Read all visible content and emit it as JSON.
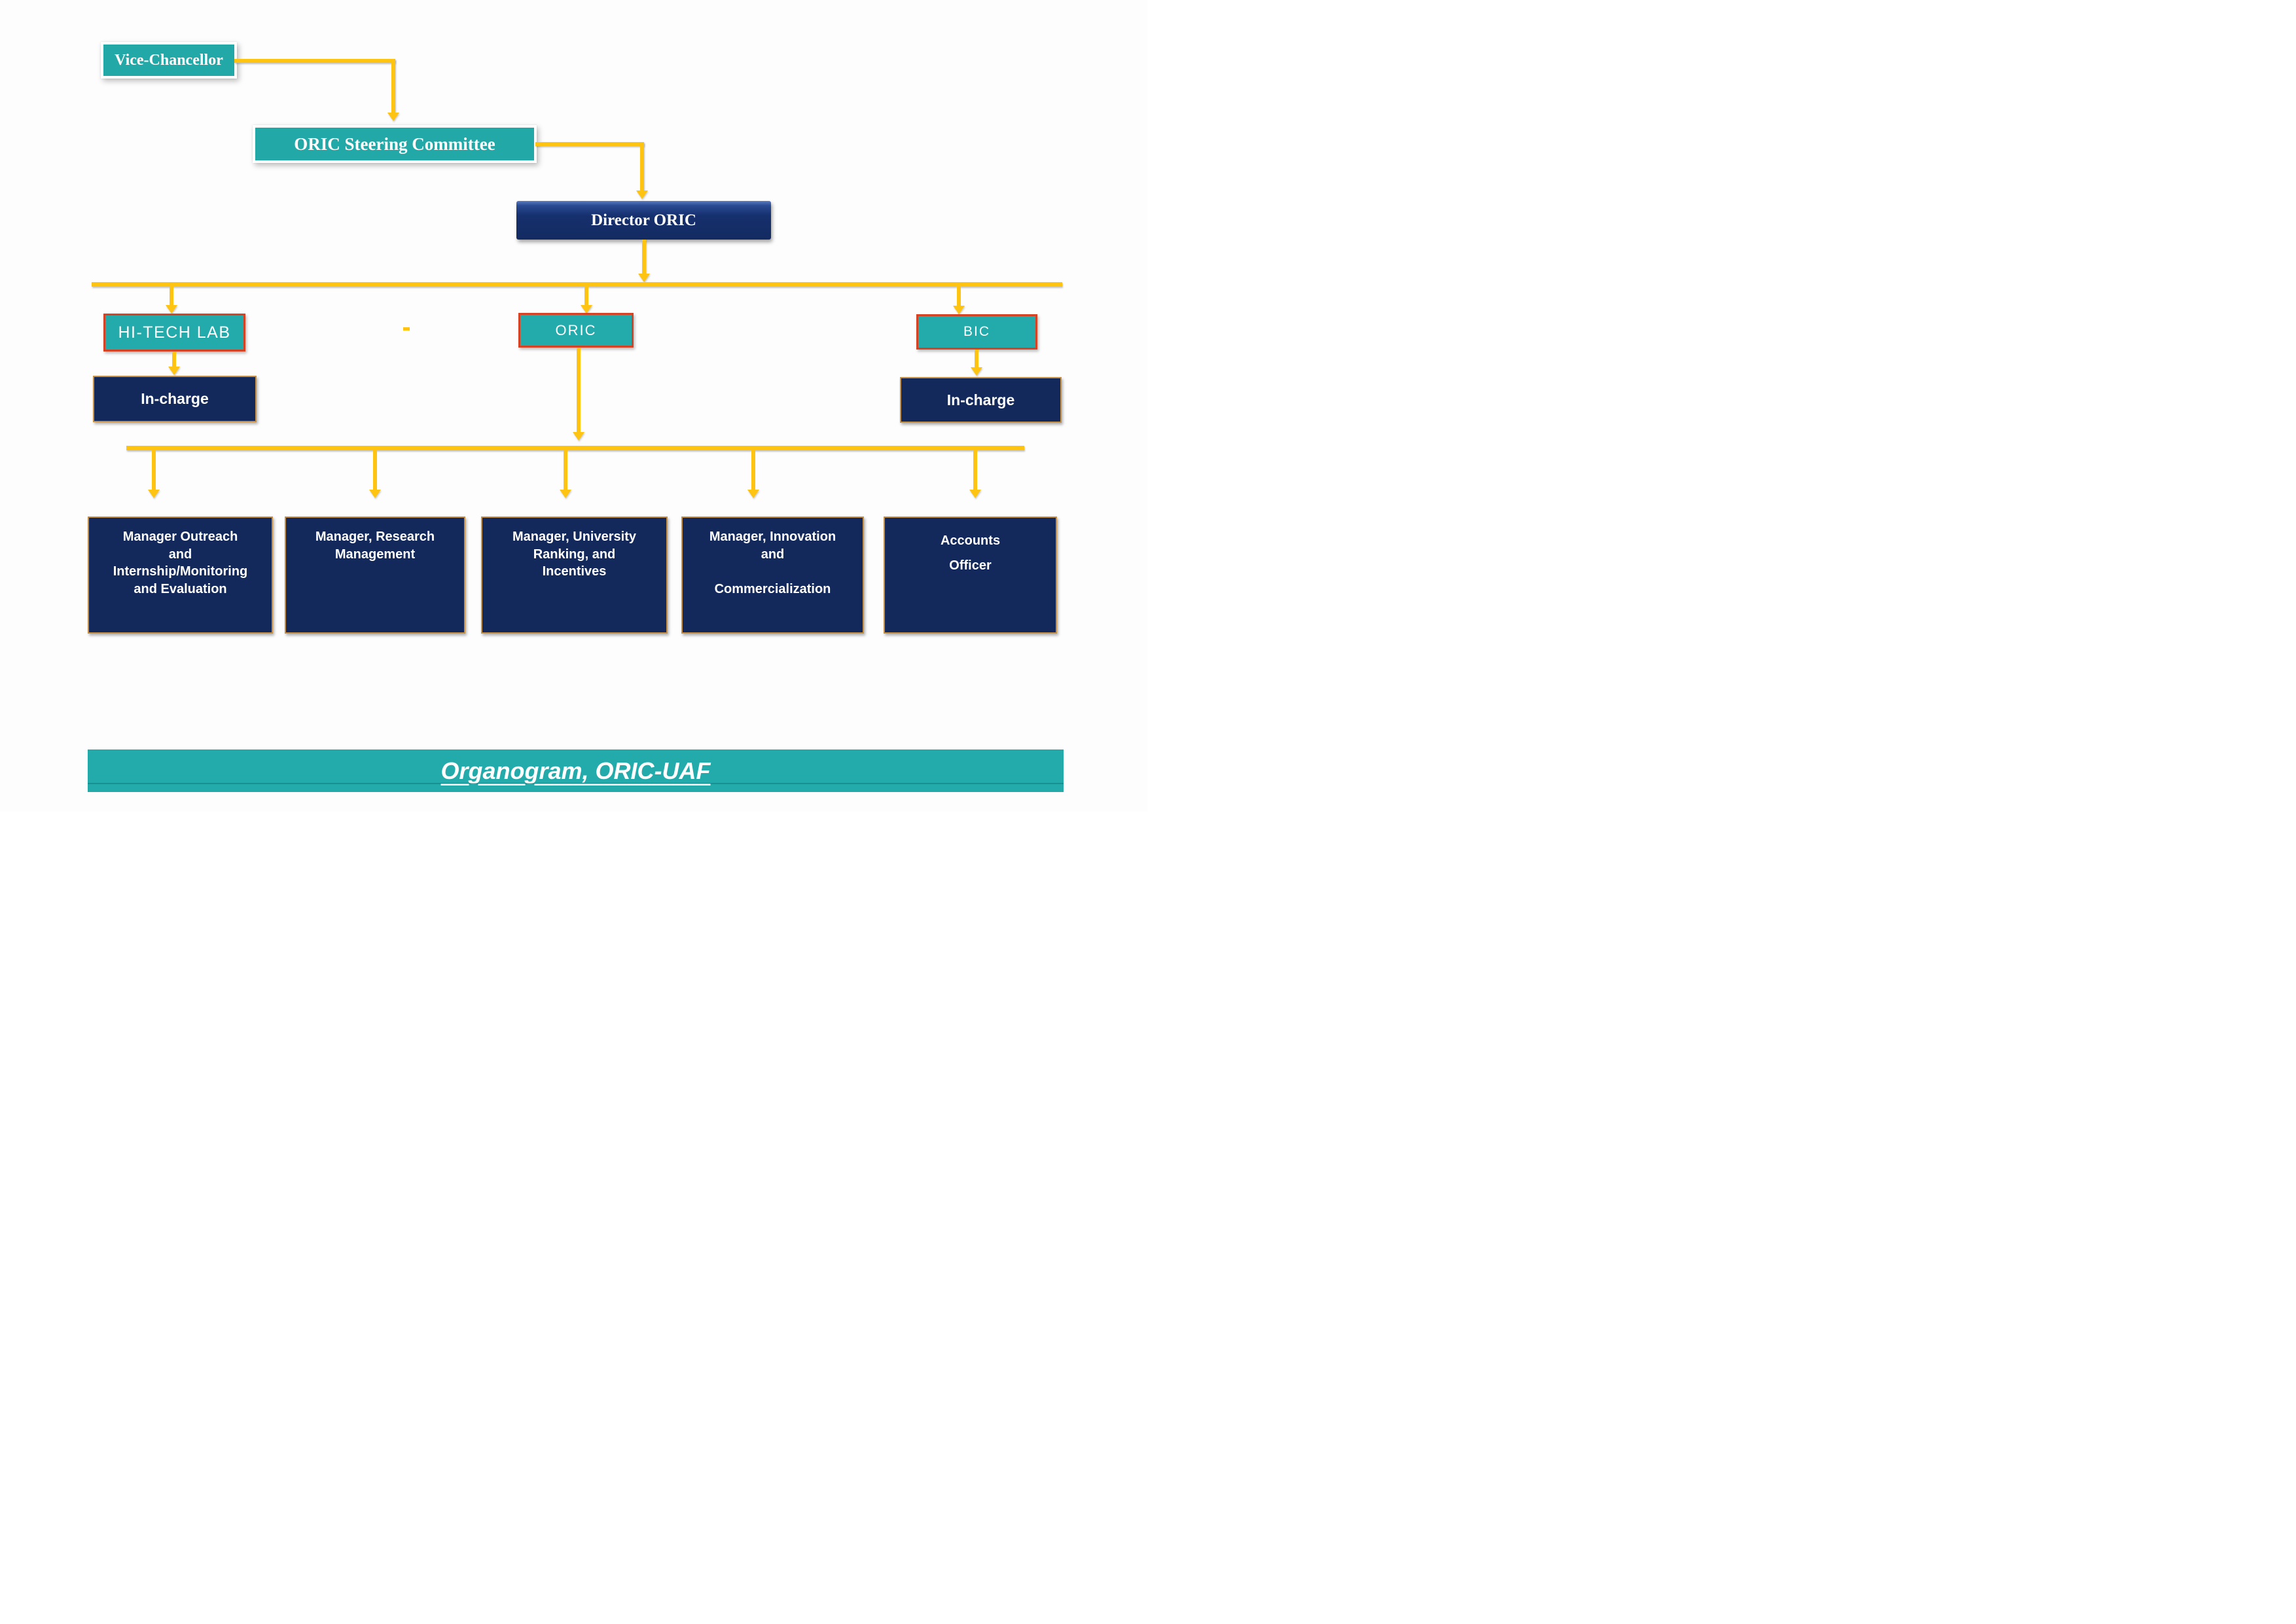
{
  "nodes": {
    "vice_chancellor": "Vice-Chancellor",
    "steering_committee": "ORIC Steering Committee",
    "director": "Director ORIC",
    "hitech_lab": "HI-TECH LAB",
    "oric": "ORIC",
    "bic": "BIC",
    "hitech_incharge": "In-charge",
    "bic_incharge": "In-charge",
    "managers": [
      {
        "text": "Manager Outreach\nand\nInternship/Monitoring\nand Evaluation"
      },
      {
        "text": "Manager, Research\nManagement"
      },
      {
        "text": "Manager, University\nRanking, and\nIncentives"
      },
      {
        "text": "Manager, Innovation\nand\n\nCommercialization"
      },
      {
        "text": "Accounts\nOfficer"
      }
    ]
  },
  "footer": {
    "title_label": "Organogram, ORIC-UAF"
  },
  "colors": {
    "teal": "#23a8a8",
    "navy": "#13295c",
    "director_navy": "#16306e",
    "connector_gold": "#ffc412",
    "red_border": "#d64224",
    "tan_border": "#c89045"
  }
}
